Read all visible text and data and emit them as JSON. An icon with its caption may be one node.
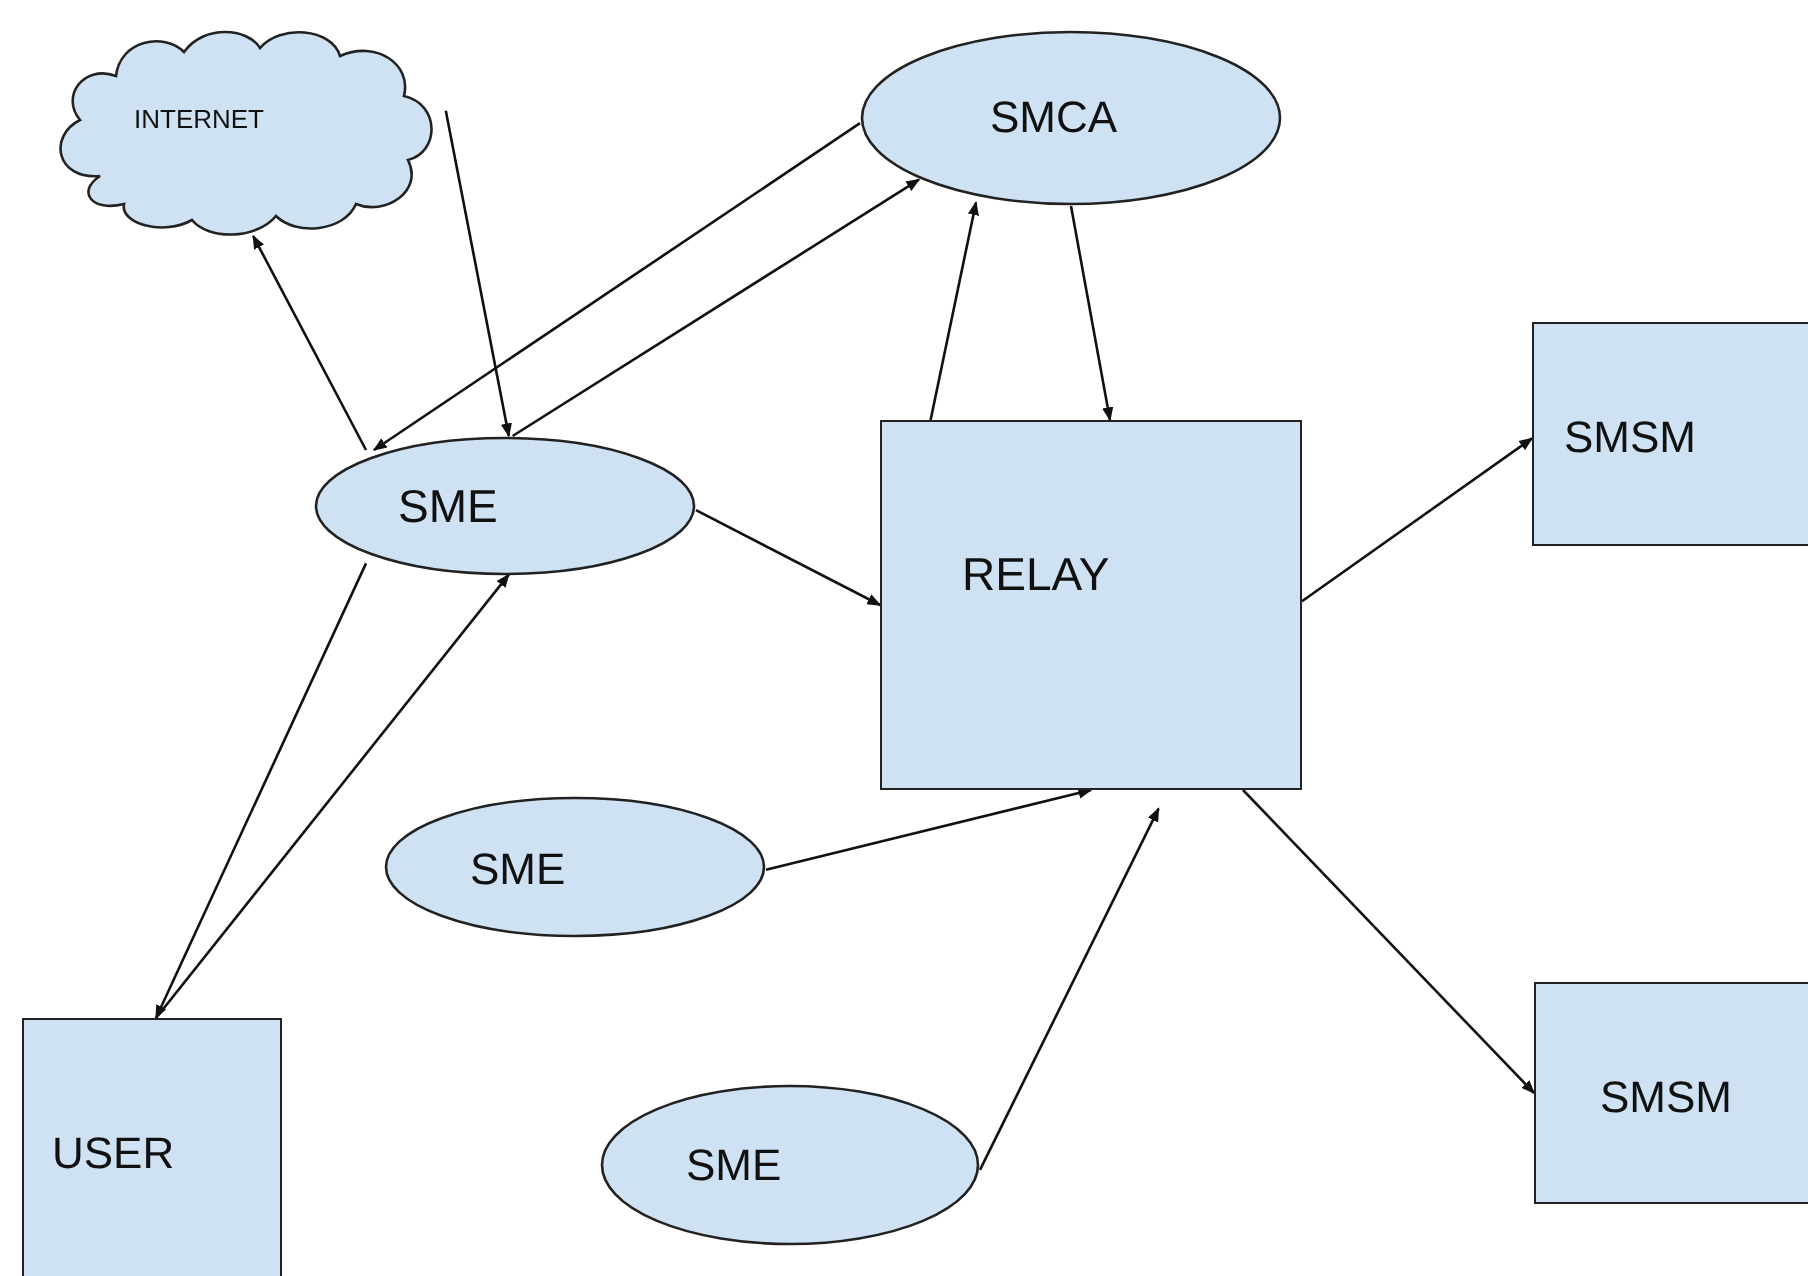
{
  "diagram": {
    "nodes": [
      {
        "text": [
          "INTERNET"
        ]
      },
      {
        "text": [
          "SMCA"
        ]
      },
      {
        "text": [
          "SME"
        ]
      },
      {
        "text": [
          "RELAY"
        ]
      },
      {
        "text": [
          "SMSM"
        ]
      },
      {
        "text": [
          "SME"
        ]
      },
      {
        "text": [
          "SMSM"
        ]
      },
      {
        "text": [
          "USER"
        ]
      },
      {
        "text": [
          "SME"
        ]
      }
    ],
    "edges": [
      {
        "from": 2,
        "to": 0,
        "arrow": "to"
      },
      {
        "from": 0,
        "to": 2,
        "arrow": "to"
      },
      {
        "from": 1,
        "to": 2,
        "arrow": "to"
      },
      {
        "from": 2,
        "to": 1,
        "arrow": "to"
      },
      {
        "from": 3,
        "to": 1,
        "arrow": "to"
      },
      {
        "from": 1,
        "to": 3,
        "arrow": "to"
      },
      {
        "from": 2,
        "to": 3,
        "arrow": "to"
      },
      {
        "from": 3,
        "to": 4,
        "arrow": "to"
      },
      {
        "from": 3,
        "to": 6,
        "arrow": "to"
      },
      {
        "from": 5,
        "to": 3,
        "arrow": "to"
      },
      {
        "from": 8,
        "to": 3,
        "arrow": "to"
      },
      {
        "from": 2,
        "to": 7,
        "arrow": "to"
      },
      {
        "from": 7,
        "to": 2,
        "arrow": "to"
      }
    ]
  }
}
